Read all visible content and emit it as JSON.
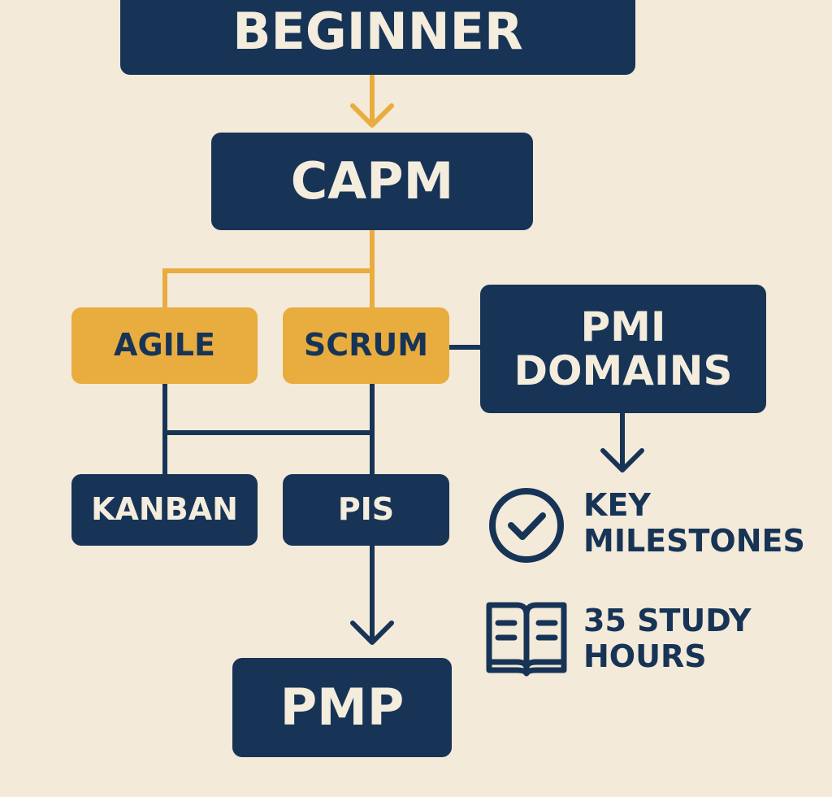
{
  "colors": {
    "background": "#f3ead9",
    "navy": "#173456",
    "gold": "#e9ac3f",
    "light_text": "#f4ecdc"
  },
  "nodes": {
    "beginner": "BEGINNER",
    "capm": "CAPM",
    "agile": "AGILE",
    "scrum": "SCRUM",
    "pmi_domains": "PMI\nDOMAINS",
    "kanban": "KANBAN",
    "pis": "PIS",
    "pmp": "PMP"
  },
  "notes": {
    "milestones": {
      "icon": "check-circle-icon",
      "text": "KEY\nMILESTONES"
    },
    "study": {
      "icon": "open-book-icon",
      "text": "35 STUDY\nHOURS"
    }
  }
}
